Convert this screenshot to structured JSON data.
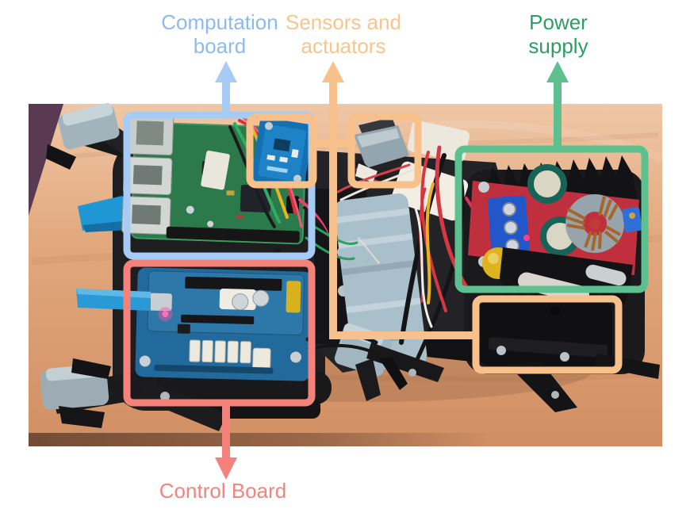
{
  "annotations": {
    "computation_board": {
      "label": "Computation board",
      "text_color": "#8fbaf0",
      "line_color": "#a6cbf5"
    },
    "sensors_actuators": {
      "label": "Sensors and actuators",
      "text_color": "#f9c48e",
      "line_color": "#f8c08a"
    },
    "power_supply": {
      "label": "Power supply",
      "text_color": "#2d9e62",
      "line_color": "#5fc08f"
    },
    "control_board": {
      "label": "Control Board",
      "text_color": "#f3837d",
      "line_color": "#f4827b"
    }
  },
  "photo": {
    "surface_color": "#e2a87d",
    "corner_color": "#593a52"
  }
}
